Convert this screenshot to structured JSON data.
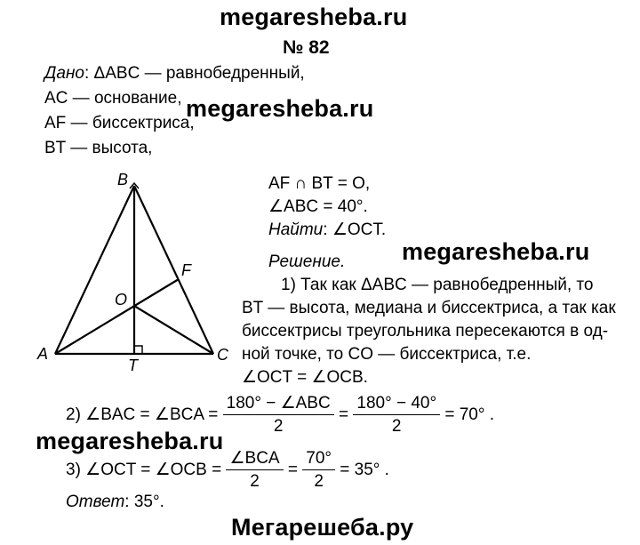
{
  "watermark": {
    "top": "megaresheba.ru",
    "mid1": "megaresheba.ru",
    "mid2": "megaresheba.ru",
    "mid3": "megaresheba.ru",
    "bottom": "Мегарешеба.ру"
  },
  "problem_number": "№ 82",
  "given": {
    "label": "Дано",
    "line1": "ΔABC — равнобедренный,",
    "line2": "AC — основание,",
    "line3": "AF — биссектриса,",
    "line4": "BT — высота,",
    "line5": "AF ∩ BT = O,",
    "line6": "∠ABC = 40°."
  },
  "find": {
    "label": "Найти",
    "value": "∠OCT."
  },
  "solution_label": "Решение.",
  "step1": {
    "line1": "1) Так как ΔABC — равнобедренный, то",
    "line2": "BT — высота, медиана и биссектриса, а так как",
    "line3": "биссектрисы треугольника пересекаются в од-",
    "line4": "ной точке, то CO — биссектриса, т.е.",
    "line5": "∠OCT = ∠OCB."
  },
  "step2": {
    "prefix": "2) ∠BAC = ∠BCA =",
    "frac1_num": "180° − ∠ABC",
    "frac1_den": "2",
    "eq1": "=",
    "frac2_num": "180° − 40°",
    "frac2_den": "2",
    "result": "= 70° ."
  },
  "step3": {
    "prefix": "3) ∠OCT = ∠OCB =",
    "frac1_num": "∠BCA",
    "frac1_den": "2",
    "eq1": "=",
    "frac2_num": "70°",
    "frac2_den": "2",
    "result": "= 35° ."
  },
  "answer": {
    "label": "Ответ",
    "value": ": 35°."
  },
  "figure": {
    "labels": {
      "B": "B",
      "A": "A",
      "C": "C",
      "F": "F",
      "O": "O",
      "T": "T"
    }
  }
}
